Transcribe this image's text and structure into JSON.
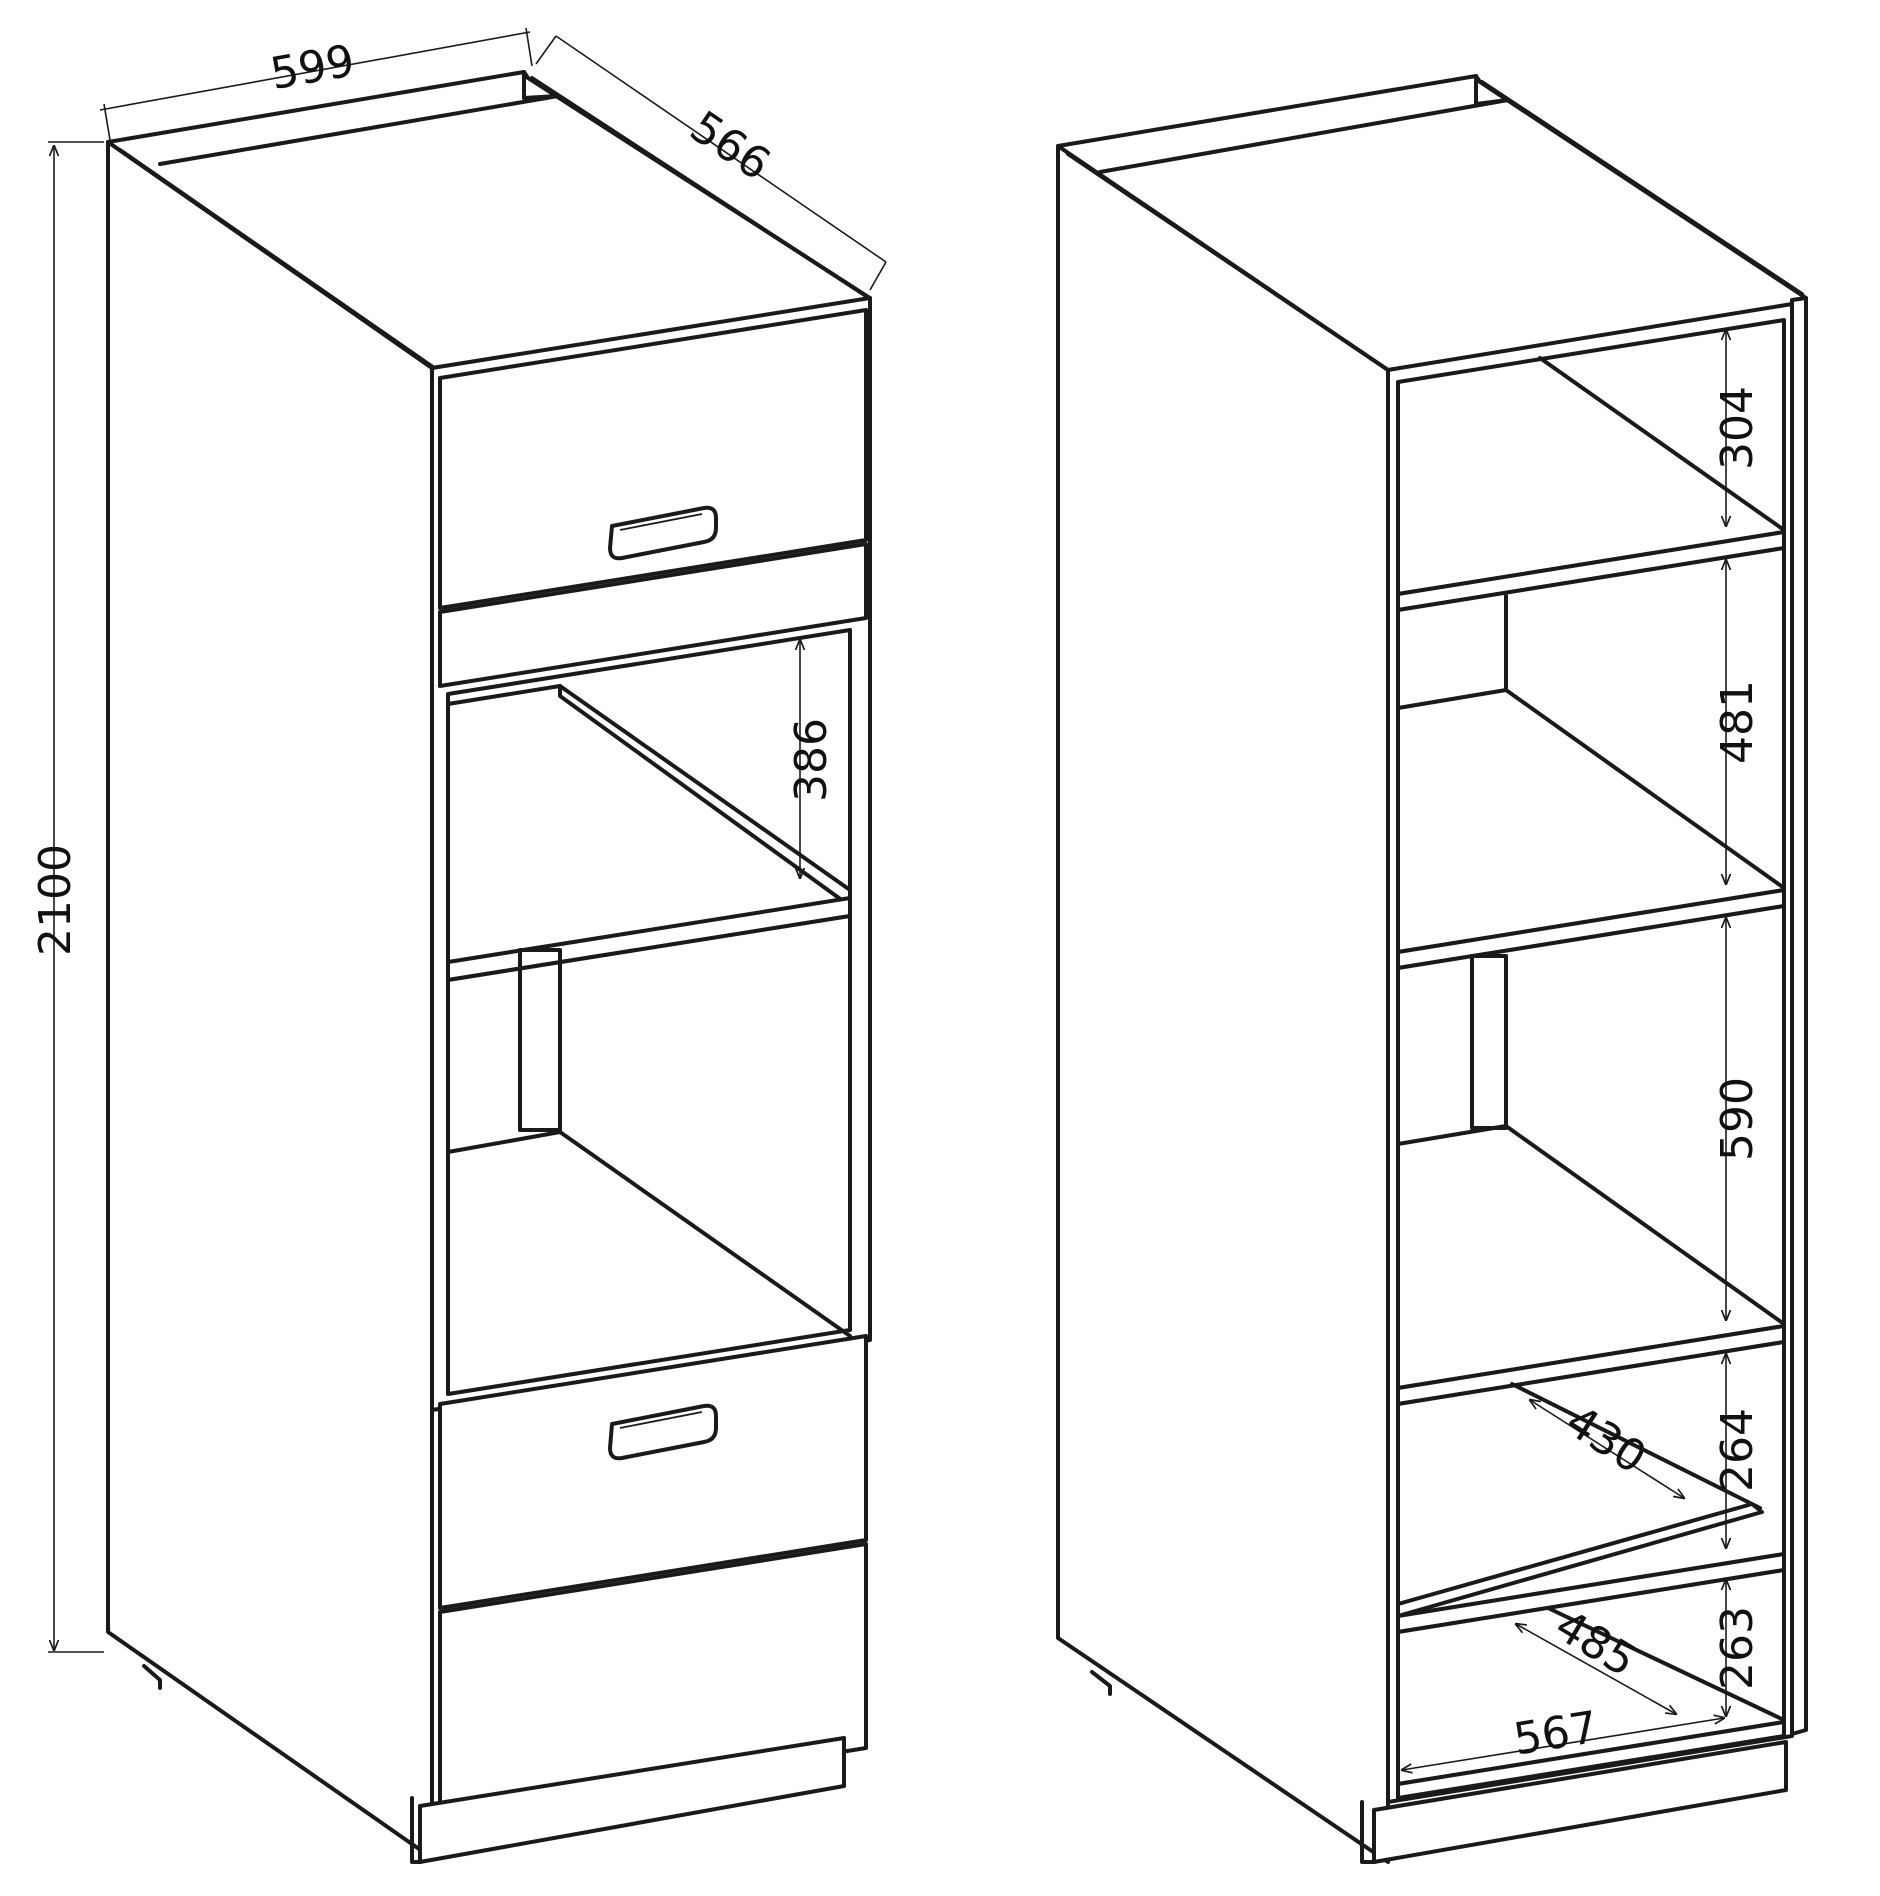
{
  "left_cabinet": {
    "width_label": "599",
    "depth_label": "566",
    "height_label": "2100",
    "oven_niche_label": "386"
  },
  "right_cabinet": {
    "compartment_1_label": "304",
    "compartment_2_label": "481",
    "compartment_3_label": "590",
    "compartment_4_label": "264",
    "compartment_5_label": "263",
    "shelf_depth_label": "430",
    "bottom_depth_label": "485",
    "inner_width_label": "567"
  }
}
